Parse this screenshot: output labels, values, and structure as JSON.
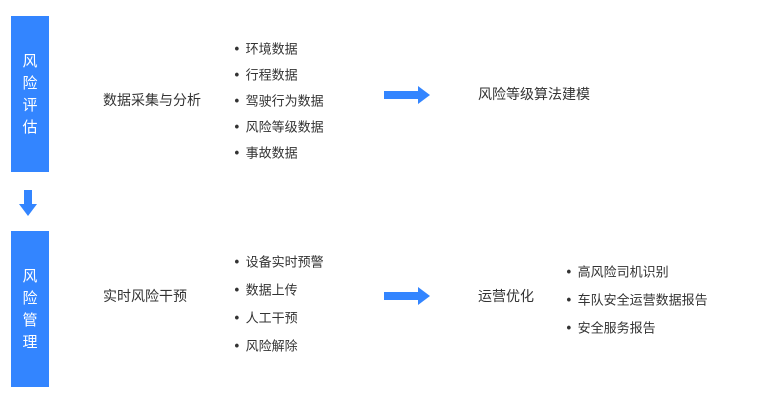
{
  "stages": [
    {
      "title": "风险评估",
      "chars": [
        "风",
        "险",
        "评",
        "估"
      ],
      "process": "数据采集与分析",
      "items": [
        "环境数据",
        "行程数据",
        "驾驶行为数据",
        "风险等级数据",
        "事故数据"
      ],
      "result": "风险等级算法建模",
      "result_items": []
    },
    {
      "title": "风险管理",
      "chars": [
        "风",
        "险",
        "管",
        "理"
      ],
      "process": "实时风险干预",
      "items": [
        "设备实时预警",
        "数据上传",
        "人工干预",
        "风险解除"
      ],
      "result": "运营优化",
      "result_items": [
        "高风险司机识别",
        "车队安全运营数据报告",
        "安全服务报告"
      ]
    }
  ],
  "colors": {
    "accent": "#3385ff",
    "text": "#333333"
  }
}
